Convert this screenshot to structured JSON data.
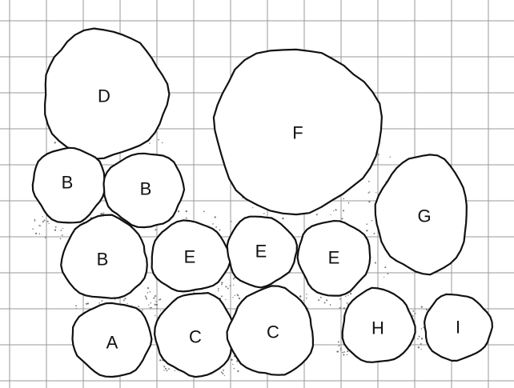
{
  "diagram": {
    "colors": {
      "grid": "#9a9a9a",
      "outline": "#111111",
      "fill": "#ffffff",
      "gravel": "#777777"
    },
    "stones": [
      {
        "id": "D",
        "label": "D"
      },
      {
        "id": "F",
        "label": "F"
      },
      {
        "id": "B1",
        "label": "B"
      },
      {
        "id": "B2",
        "label": "B"
      },
      {
        "id": "G",
        "label": "G"
      },
      {
        "id": "B3",
        "label": "B"
      },
      {
        "id": "E1",
        "label": "E"
      },
      {
        "id": "E2",
        "label": "E"
      },
      {
        "id": "E3",
        "label": "E"
      },
      {
        "id": "A",
        "label": "A"
      },
      {
        "id": "C1",
        "label": "C"
      },
      {
        "id": "C2",
        "label": "C"
      },
      {
        "id": "H",
        "label": "H"
      },
      {
        "id": "I",
        "label": "I"
      }
    ]
  }
}
